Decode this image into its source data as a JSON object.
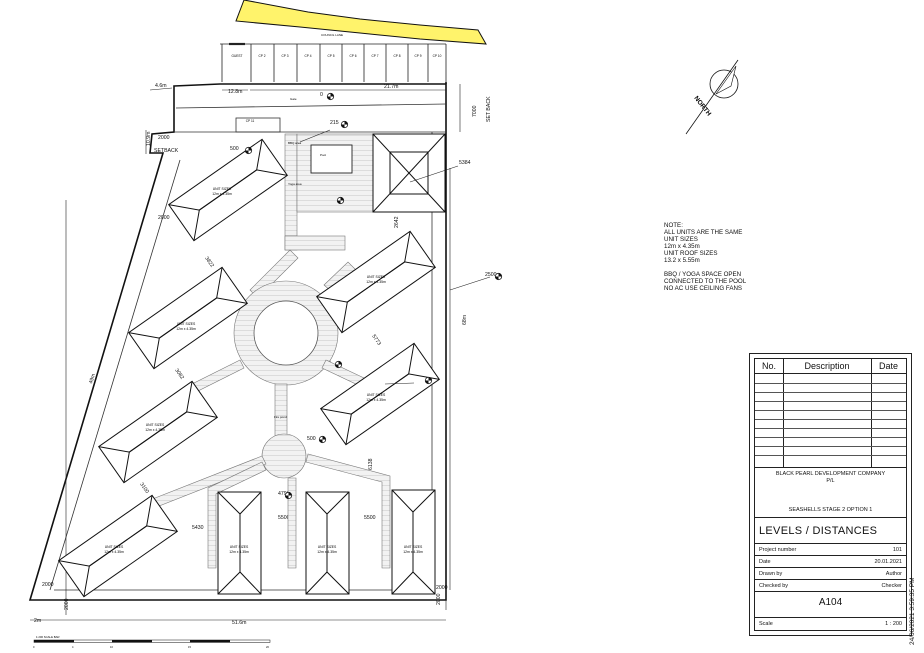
{
  "site": {
    "top_road_label": "COUNCIL LANE",
    "parking_labels": [
      "GUEST",
      "CP 2",
      "CP 3",
      "CP 4",
      "CP 5",
      "CP 6",
      "CP 7",
      "CP 8",
      "CP 9",
      "CP 10"
    ],
    "parking_lower": "CP 11",
    "gate_label": "Gate",
    "pool_label": "Pool",
    "bbq_label": "BBQ area",
    "yoga_label": "Yoga area",
    "pond_label": "Fire pond",
    "setback_label": "SETBACK",
    "setback_right_label": "SET BACK",
    "north_label": "NORTH",
    "unit_label_1": "UNIT SIZES",
    "unit_label_2": "12m x 4.35m",
    "scale_label": "1:200 SCALE BAR",
    "scale_ticks": [
      "0",
      "4",
      "10",
      "15",
      "20"
    ]
  },
  "dimensions": {
    "d_4_6m": "4.6m",
    "d_12_8m": "12.8m",
    "d_0": "0",
    "d_21_7m": "21.7m",
    "d_7000": "7000",
    "d_10_9m": "10.9m",
    "d_2000": "2000",
    "d_215": "215",
    "d_500": "500",
    "d_5384": "5384",
    "d_2642": "2642",
    "d_3822": "3822",
    "d_2500": "2500",
    "d_68m": "68m",
    "d_49m": "49m",
    "d_5773": "5773",
    "d_3082": "3082",
    "d_4796": "4796",
    "d_6138": "6138",
    "d_3100": "3100",
    "d_5430": "5430",
    "d_5500": "5500",
    "d_51_6m": "51.6m",
    "d_2m": "2m"
  },
  "note": "NOTE:\nALL UNITS ARE THE SAME\nUNIT SIZES\n12m x 4.35m\nUNIT ROOF SIZES\n13.2 x 5.55m\n\nBBQ / YOGA SPACE OPEN\nCONNECTED TO THE POOL\nNO AC USE CEILING FANS",
  "title_block": {
    "rev_headers": [
      "No.",
      "Description",
      "Date"
    ],
    "company": "BLACK PEARL DEVELOPMENT COMPANY",
    "company_suffix": "P/L",
    "project": "SEASHELLS STAGE 2 OPTION 1",
    "sheet_title": "LEVELS / DISTANCES",
    "rows": [
      {
        "label": "Project number",
        "value": "101"
      },
      {
        "label": "Date",
        "value": "20.01.2021"
      },
      {
        "label": "Drawn by",
        "value": "Author"
      },
      {
        "label": "Checked by",
        "value": "Checker"
      }
    ],
    "sheet_number": "A104",
    "scale_label": "Scale",
    "scale_value": "1 : 200",
    "timestamp": "24/06/2021 3:59:35 PM"
  },
  "colors": {
    "road": "#fff36b",
    "line": "#1a1a1a",
    "deck": "#e6e6e6"
  }
}
